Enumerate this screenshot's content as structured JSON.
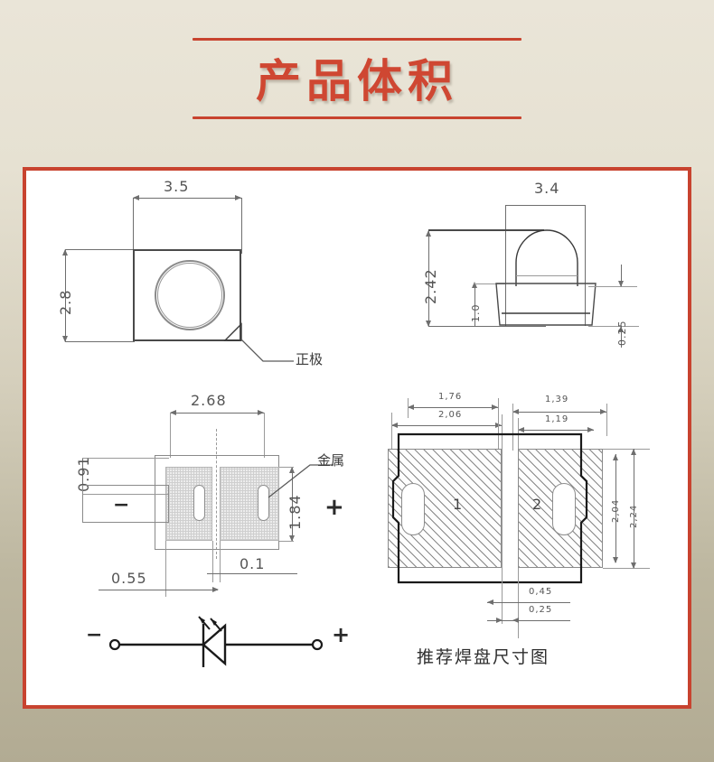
{
  "header": {
    "title": "产品体积",
    "accent_color": "#cf4732",
    "rule_color": "#c8432f"
  },
  "page": {
    "background_top": "#eae5d8",
    "background_bottom": "#b2ab93",
    "card_background": "#ffffff",
    "card_border_color": "#c8432f"
  },
  "views": {
    "top_view": {
      "name": "top-view",
      "dim_width": "3.5",
      "dim_height": "2.8",
      "anode_label": "正极"
    },
    "side_view": {
      "name": "side-view",
      "dim_width": "3.4",
      "dim_height": "2.42",
      "dim_body_height": "1.0",
      "dim_lead_thickness": "0.25"
    },
    "bottom_view": {
      "name": "bottom-view",
      "dim_width": "2.68",
      "dim_pad_top": "0.91",
      "dim_pad_height": "1.84",
      "dim_left_offset": "0.55",
      "dim_gap": "0.1",
      "metal_label": "金属",
      "cathode_sign": "−",
      "anode_sign": "+"
    },
    "pad_layout": {
      "name": "recommended-pad-layout",
      "caption": "推荐焊盘尺寸图",
      "dim_outer_left": "1,76",
      "dim_inner_left": "2,06",
      "dim_outer_right": "1,39",
      "dim_inner_right": "1,19",
      "dim_height_inner": "2,04",
      "dim_height_outer": "2,24",
      "dim_gap_outer": "0,45",
      "dim_gap_inner": "0,25",
      "pad_1_label": "1",
      "pad_2_label": "2"
    },
    "circuit_symbol": {
      "name": "led-circuit-symbol",
      "cathode_sign": "−",
      "anode_sign": "+"
    }
  }
}
